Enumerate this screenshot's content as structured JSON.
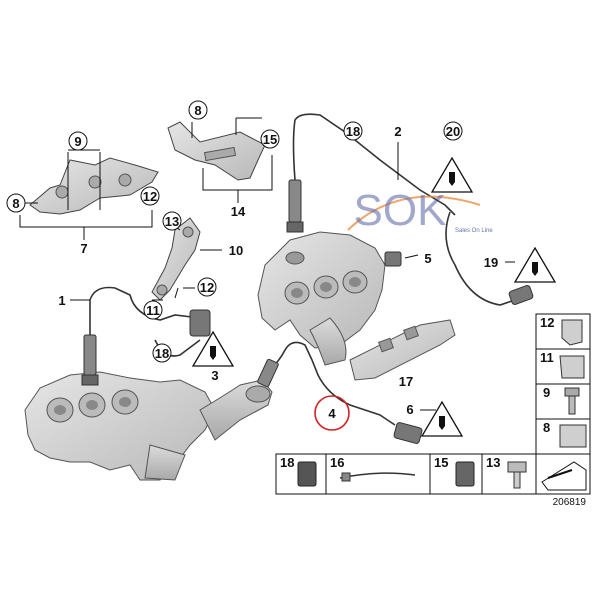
{
  "watermark": {
    "brand": "SOK",
    "tagline": "Sales On Line"
  },
  "diagram_ref": "206819",
  "callouts": {
    "c1": "1",
    "c2": "2",
    "c3": "3",
    "c4": "4",
    "c5": "5",
    "c6": "6",
    "c7": "7",
    "c8a": "8",
    "c8b": "8",
    "c9": "9",
    "c10": "10",
    "c11": "11",
    "c12a": "12",
    "c12b": "12",
    "c13": "13",
    "c14": "14",
    "c15": "15",
    "c17": "17",
    "c18a": "18",
    "c18b": "18",
    "c19": "19",
    "c20": "20"
  },
  "side_parts": {
    "p12": "12",
    "p11": "11",
    "p9": "9",
    "p8": "8"
  },
  "bottom_parts": {
    "p18": "18",
    "p16": "16",
    "p15": "15",
    "p13": "13"
  },
  "highlighted_item": "4",
  "colors": {
    "line": "#111111",
    "part_fill": "#d6d6d6",
    "part_dark": "#9a9a9a",
    "highlight": "#d42020",
    "watermark_blue": "#2e3f8f",
    "watermark_orange": "#e8893a"
  }
}
